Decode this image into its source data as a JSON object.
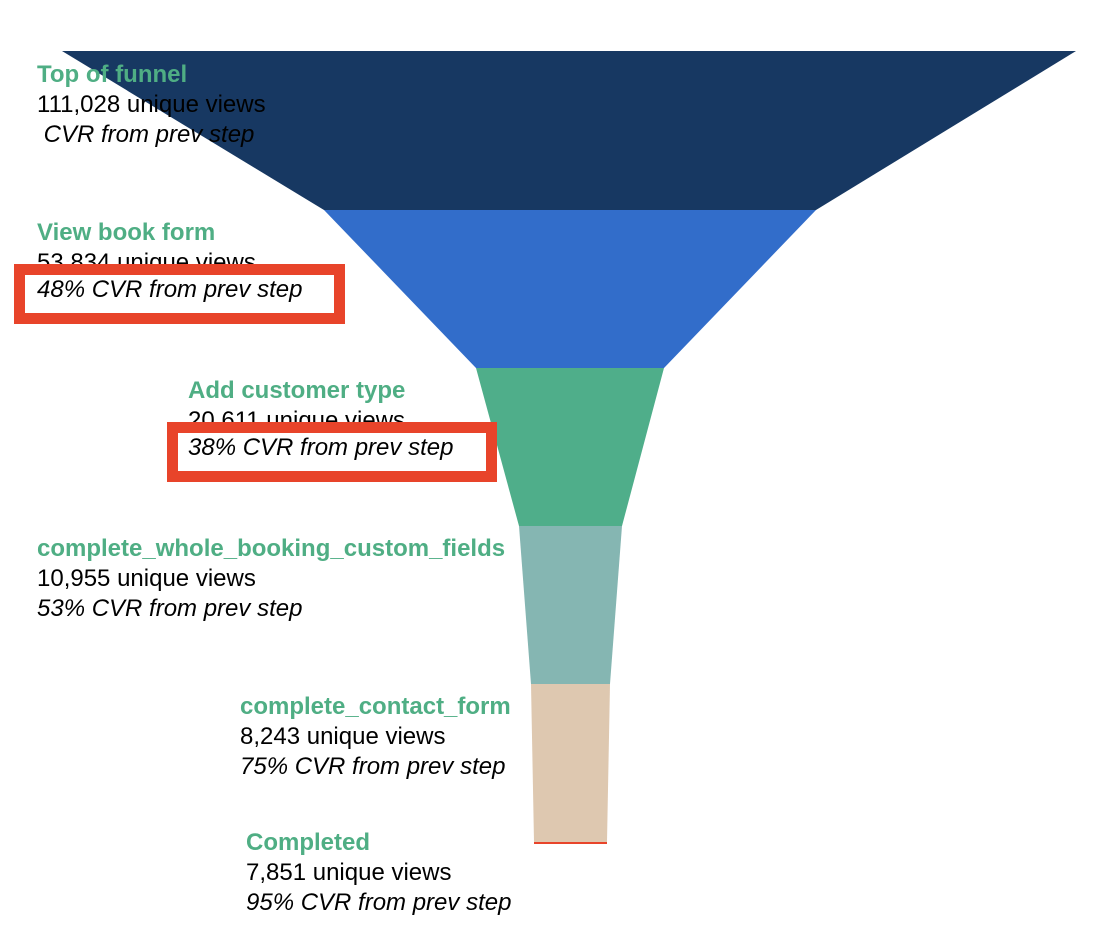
{
  "chart_data": {
    "type": "funnel",
    "title": "",
    "stages": [
      {
        "name": "Top of funnel",
        "views_text": "111,028 unique views",
        "cvr_text": " CVR from prev step",
        "value": 111028,
        "cvr": null
      },
      {
        "name": "View book form",
        "views_text": "53,834 unique views",
        "cvr_text": "48% CVR from prev step",
        "value": 53834,
        "cvr": 48
      },
      {
        "name": "Add customer type",
        "views_text": "20,611 unique views",
        "cvr_text": "38% CVR from prev step",
        "value": 20611,
        "cvr": 38
      },
      {
        "name": "complete_whole_booking_custom_fields",
        "views_text": "10,955 unique views",
        "cvr_text": "53% CVR from prev step",
        "value": 10955,
        "cvr": 53
      },
      {
        "name": "complete_contact_form",
        "views_text": "8,243 unique views",
        "cvr_text": "75% CVR from prev step",
        "value": 8243,
        "cvr": 75
      },
      {
        "name": "Completed",
        "views_text": "7,851 unique views",
        "cvr_text": "95% CVR from prev step",
        "value": 7851,
        "cvr": 95
      }
    ],
    "highlighted_stages": [
      1,
      2
    ]
  },
  "colors": {
    "segments": [
      "#173862",
      "#326dca",
      "#4fae8a",
      "#85b6b2",
      "#dec8b0"
    ],
    "label": "#4fae84",
    "highlight": "#e8442a"
  }
}
